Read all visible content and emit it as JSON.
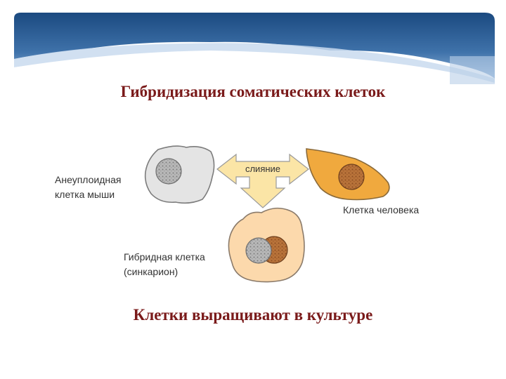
{
  "slide": {
    "title": "Гибридизация соматических клеток",
    "subtitle": "Клетки выращивают в культуре"
  },
  "diagram": {
    "arrow_label": "слияние",
    "mouse_cell": {
      "line1": "Анеуплоидная",
      "line2": "клетка мыши"
    },
    "human_cell": {
      "label": "Клетка человека"
    },
    "hybrid_cell": {
      "line1": "Гибридная клетка",
      "line2": "(синкарион)"
    }
  },
  "colors": {
    "banner": "#1f4e86",
    "title": "#7a1a1a",
    "mouse_cell_fill": "#e6e6e6",
    "human_cell_fill": "#f0a93e",
    "hybrid_cell_fill": "#fcd9ac",
    "arrow_fill": "#fbe5a6",
    "human_nucleus": "#b06a35",
    "mouse_nucleus": "#a9a9a9"
  }
}
